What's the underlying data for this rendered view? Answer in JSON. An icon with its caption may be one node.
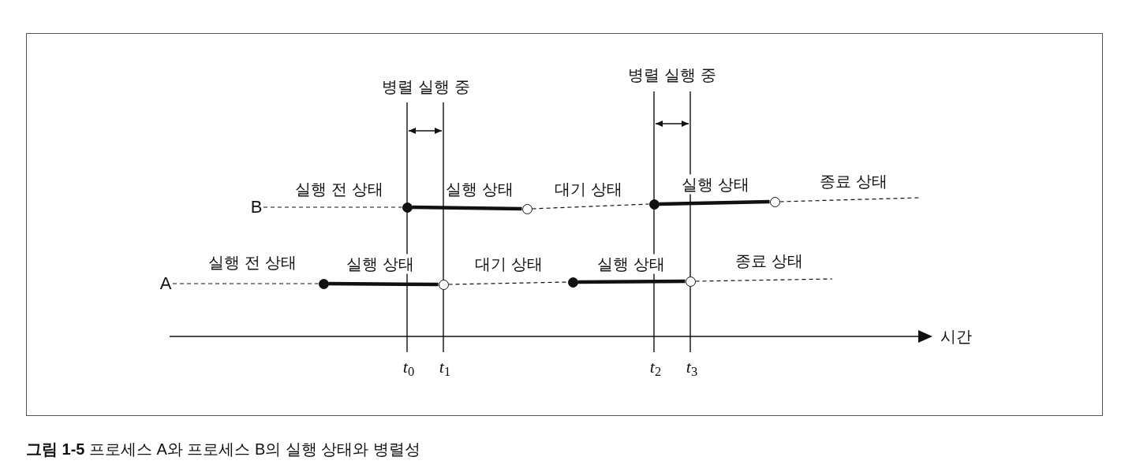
{
  "diagram": {
    "caption": "**그림 1-5** 프로세스 A와 프로세스 B의 실행 상태와 병렬성",
    "nodes": [
      {
        "text": [
          "B"
        ]
      },
      {
        "text": [],
        "shape": "circle"
      },
      {
        "text": [],
        "shape": "circle"
      },
      {
        "text": [],
        "shape": "circle"
      },
      {
        "text": [],
        "shape": "circle"
      },
      {
        "text": [
          "A"
        ]
      },
      {
        "text": [],
        "shape": "circle"
      },
      {
        "text": [],
        "shape": "circle"
      },
      {
        "text": [],
        "shape": "circle"
      },
      {
        "text": [],
        "shape": "circle"
      }
    ],
    "edges": [
      {
        "from": 0,
        "to": 1,
        "arrow": "none",
        "style": "dashed"
      },
      {
        "from": 1,
        "to": 2,
        "arrow": "none",
        "style": "thick"
      },
      {
        "from": 2,
        "to": 3,
        "arrow": "none",
        "style": "dashed"
      },
      {
        "from": 3,
        "to": 4,
        "arrow": "none",
        "style": "thick"
      },
      {
        "from": 4,
        "to": null,
        "arrow": "none",
        "style": "dashed"
      },
      {
        "from": 5,
        "to": 6,
        "arrow": "none",
        "style": "dashed"
      },
      {
        "from": 6,
        "to": 7,
        "arrow": "none",
        "style": "thick"
      },
      {
        "from": 7,
        "to": 8,
        "arrow": "none",
        "style": "dashed"
      },
      {
        "from": 8,
        "to": 9,
        "arrow": "none",
        "style": "thick"
      },
      {
        "from": 9,
        "to": null,
        "arrow": "none",
        "style": "dashed"
      }
    ],
    "labels": [
      "병렬 실행 중",
      "병렬 실행 중",
      "실행 전 상태",
      "실행 상태",
      "대기 상태",
      "실행 상태",
      "종료 상태",
      "실행 전 상태",
      "실행 상태",
      "대기 상태",
      "실행 상태",
      "종료 상태",
      "시간",
      "*t*$_{0}$",
      "*t*$_{1}$",
      "*t*$_{2}$",
      "*t*$_{3}$"
    ]
  }
}
